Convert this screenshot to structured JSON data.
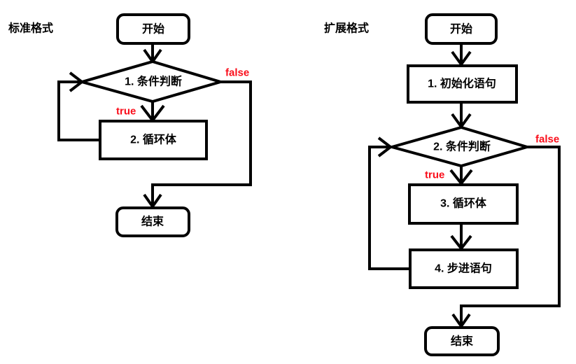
{
  "colors": {
    "line": "#000000",
    "accent_red": "#fa0d1a",
    "background": "#ffffff"
  },
  "left_flowchart": {
    "title": "标准格式",
    "nodes": {
      "start": "开始",
      "condition": "1. 条件判断",
      "loop_body": "2. 循环体",
      "end": "结束"
    },
    "edge_labels": {
      "true_label": "true",
      "false_label": "false"
    }
  },
  "right_flowchart": {
    "title": "扩展格式",
    "nodes": {
      "start": "开始",
      "init": "1. 初始化语句",
      "condition": "2. 条件判断",
      "loop_body": "3. 循环体",
      "step": "4. 步进语句",
      "end": "结束"
    },
    "edge_labels": {
      "true_label": "true",
      "false_label": "false"
    }
  }
}
